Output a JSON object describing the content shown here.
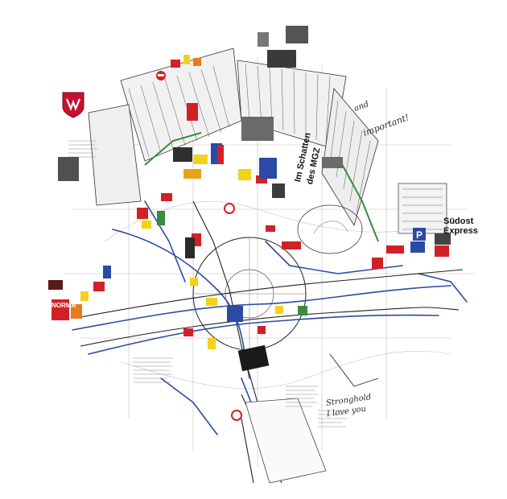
{
  "labels": {
    "sudost_line1": "Südost",
    "sudost_line2": "Express",
    "vertical_line1": "Im Schatten",
    "vertical_line2": "des MGZ",
    "handwritten_important": "important!",
    "handwritten_and": "and",
    "handwritten_bottom_line1": "Stronghold",
    "handwritten_bottom_line2": "I love you",
    "poster_title": "NORMA"
  },
  "colors": {
    "background": "#ffffff",
    "ink": "#1b1b1b",
    "blue_ink": "#2b4aa3",
    "red": "#d22027",
    "yellow": "#f2d21b",
    "green": "#3a8a3f"
  },
  "icons": {
    "crest": "city-crest-icon",
    "parking": "parking-sign-icon",
    "no_entry": "no-entry-sign-icon"
  }
}
